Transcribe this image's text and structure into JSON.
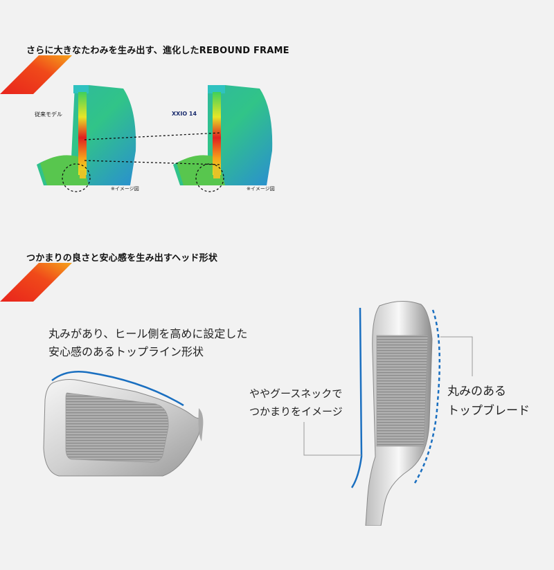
{
  "section1": {
    "title": "さらに大きなたわみを生み出す、進化したREBOUND FRAME",
    "left_label": "従来モデル",
    "right_label": "XXIO 14",
    "left_note": "※イメージ図",
    "right_note": "※イメージ図"
  },
  "section2": {
    "title": "つかまりの良さと安心感を生み出すヘッド形状",
    "callout_left": [
      "丸みがあり、ヒール側を高めに設定した",
      "安心感のあるトップライン形状"
    ],
    "callout_mid": [
      "ややグースネックで",
      "つかまりをイメージ"
    ],
    "callout_right": [
      "丸みのある",
      "トップブレード"
    ]
  },
  "colors": {
    "accent_red": "#e8241c",
    "accent_orange": "#f5a21a",
    "outline_blue": "#1a6fc0"
  }
}
